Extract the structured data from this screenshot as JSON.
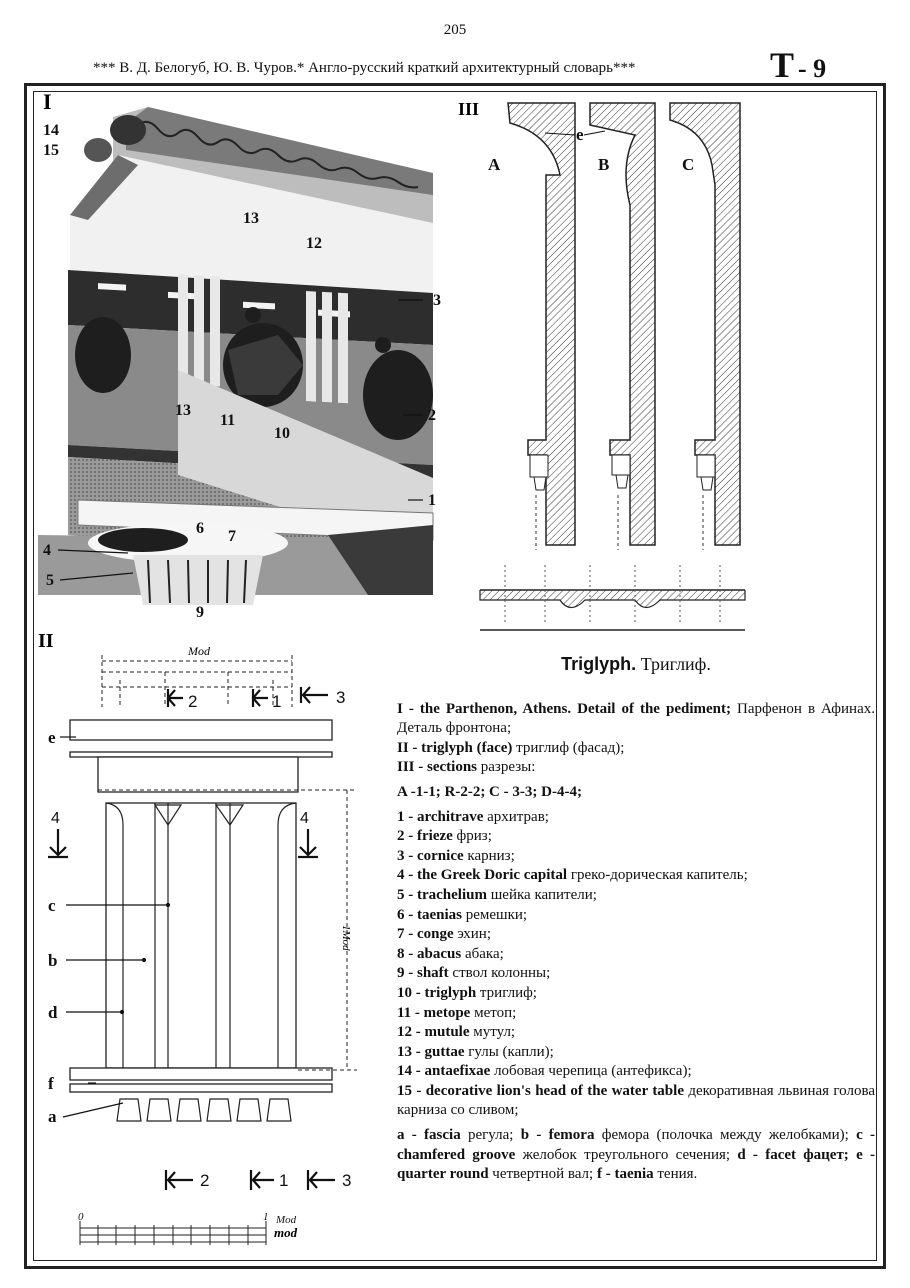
{
  "header": {
    "page_number": "205",
    "running_head": "*** В. Д. Белогуб, Ю. В. Чуров.* Англо-русский краткий архитектурный словарь***",
    "page_code_letter": "T",
    "page_code_number": "- 9"
  },
  "figure_I": {
    "roman": "I",
    "callouts": [
      "14",
      "15",
      "13",
      "12",
      "3",
      "13",
      "11",
      "10",
      "2",
      "1",
      "4",
      "6",
      "7",
      "5",
      "9"
    ]
  },
  "figure_III": {
    "roman": "III",
    "section_labels": [
      "A",
      "B",
      "C"
    ],
    "e_label": "e"
  },
  "figure_II": {
    "roman": "II",
    "mod_label": "Mod",
    "module_label": "1Mod",
    "arrow_numbers": [
      "2",
      "1",
      "3",
      "4",
      "4",
      "2",
      "1",
      "3"
    ],
    "side_labels": [
      "e",
      "c",
      "b",
      "d",
      "f",
      "a"
    ],
    "scale_zero": "0",
    "scale_one": "1",
    "scale_mod": "Mod",
    "scale_mod2": "mod"
  },
  "caption": {
    "term": "Triglyph.",
    "translation": "Триглиф."
  },
  "legend": [
    {
      "bold": "I - the Parthenon, Athens. Detail of the pediment;",
      "text": " Парфенон в Афинах. Деталь фронтона;"
    },
    {
      "bold": "II - triglyph (face)",
      "text": " триглиф (фасад);"
    },
    {
      "bold": "III - sections",
      "text": " разрезы:"
    },
    {
      "bold": "A -1-1; R-2-2; C - 3-3; D-4-4;",
      "text": ""
    },
    {
      "bold": "1 - architrave",
      "text": " архитрав;"
    },
    {
      "bold": "2 - frieze",
      "text": " фриз;"
    },
    {
      "bold": "3 - cornice",
      "text": " карниз;"
    },
    {
      "bold": "4 - the Greek Doric capital",
      "text": " греко-дорическая капитель;"
    },
    {
      "bold": "5 - trachelium",
      "text": " шейка капители;"
    },
    {
      "bold": "6 - taenias",
      "text": " ремешки;"
    },
    {
      "bold": "7 - conge",
      "text": " эхин;"
    },
    {
      "bold": "8 - abacus",
      "text": " абака;"
    },
    {
      "bold": "9 - shaft",
      "text": " ствол колонны;"
    },
    {
      "bold": "10 - triglyph",
      "text": " триглиф;"
    },
    {
      "bold": "11 - metope",
      "text": " метоп;"
    },
    {
      "bold": "12 - mutule",
      "text": " мутул;"
    },
    {
      "bold": "13 - guttae",
      "text": " гулы (капли);"
    },
    {
      "bold": "14 - antaefixae",
      "text": " лобовая черепица (антефикса);"
    },
    {
      "bold": "15 - decorative lion's head of the water table",
      "text": " декоративная львиная голова карниза со сливом;"
    }
  ],
  "legend_extra": {
    "a_bold": "a - fascia",
    "a_text": " регула;",
    "b_bold": "b - femora",
    "b_text": " фемора (полочка между желобками);",
    "c_bold": "c - chamfered groove",
    "c_text": " желобок треугольного сечения;",
    "d_bold": "d - facet фацет;",
    "e_bold": "e - quarter round",
    "e_text": " четвертной вал;",
    "f_bold": "f - taenia",
    "f_text": " тения."
  }
}
